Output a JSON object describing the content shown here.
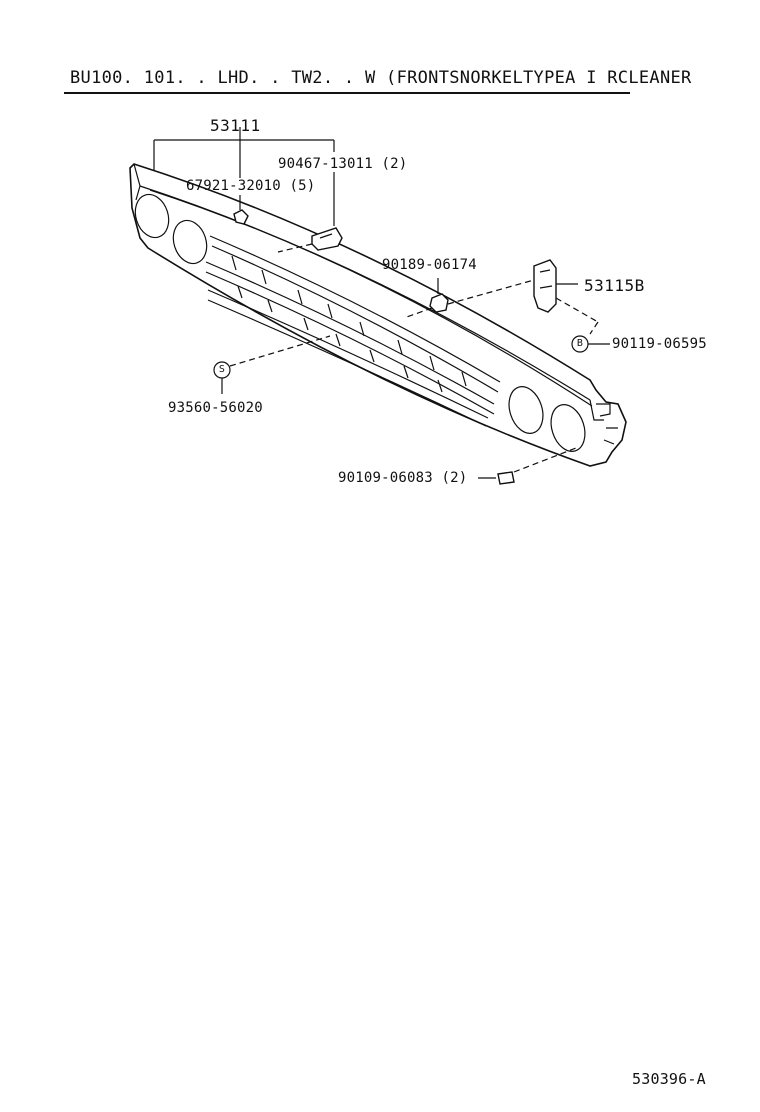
{
  "diagram": {
    "title": "BU100. 101. . LHD. . TW2. . W (FRONTSNORKELTYPEA I RCLEANER",
    "figure_id": "530396-A",
    "colors": {
      "ink": "#111111",
      "paper": "#ffffff"
    },
    "parts": {
      "grille": "53111",
      "clip": "67921-32010 (5)",
      "bracket_clip": "90467-13011 (2)",
      "nut": "90189-06174",
      "bracket": "53115B",
      "screw_b": "90119-06595",
      "screw_s": "93560-56020",
      "bolt": "90109-06083 (2)"
    },
    "markers": {
      "b": "B",
      "s": "S"
    }
  }
}
